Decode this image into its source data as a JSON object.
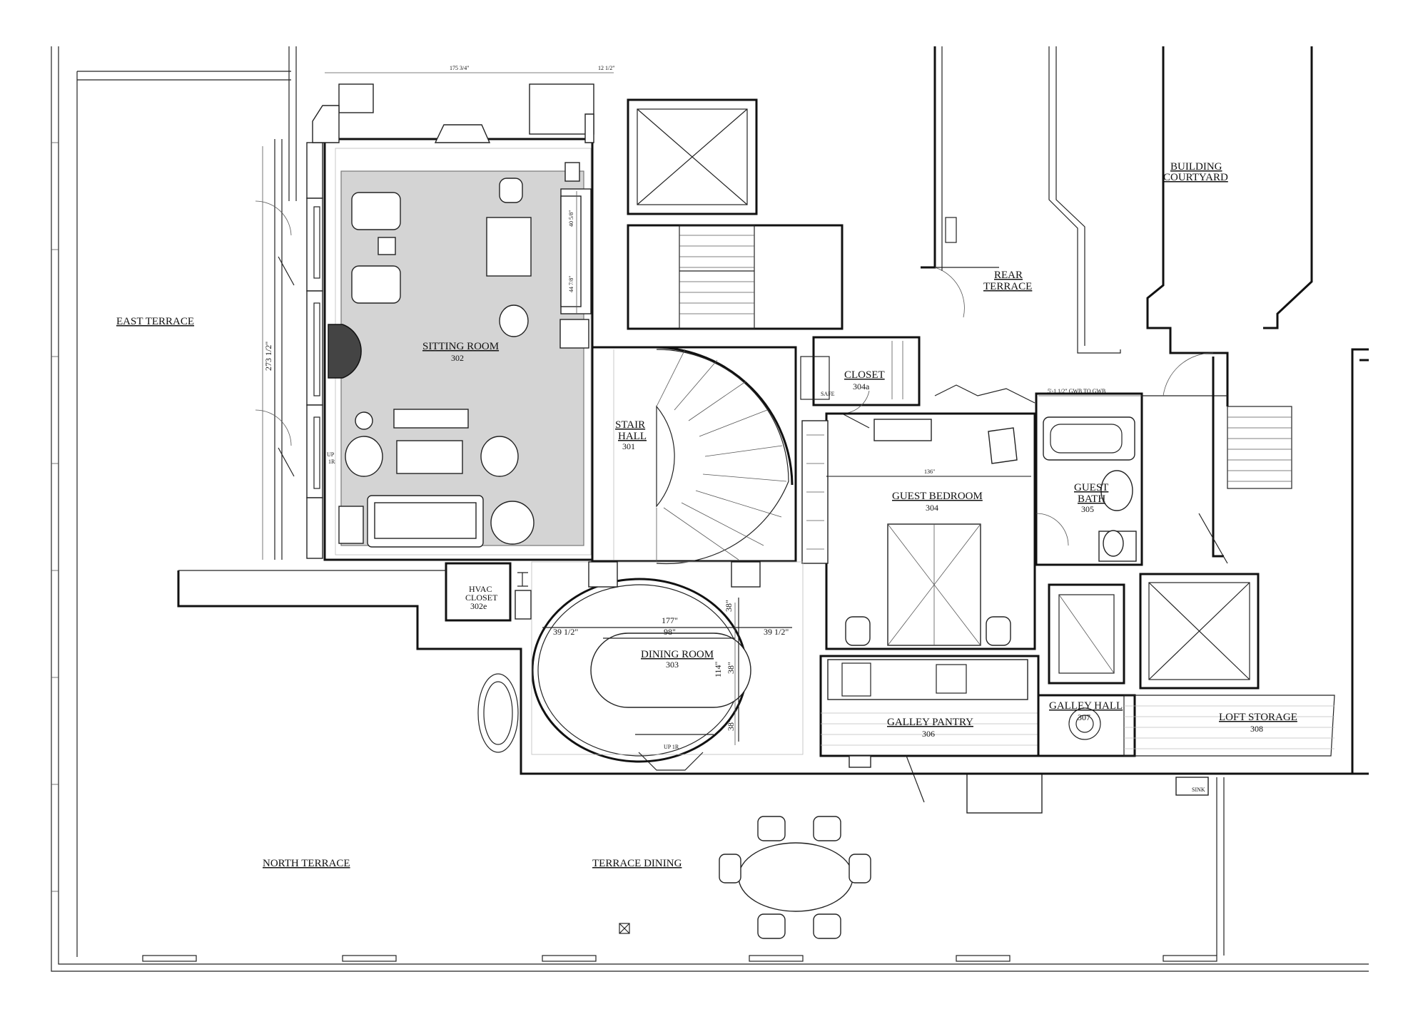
{
  "rooms": {
    "east_terrace": "EAST TERRACE",
    "sitting_room": "SITTING ROOM",
    "sitting_room_no": "302",
    "stair_hall_1": "STAIR",
    "stair_hall_2": "HALL",
    "stair_hall_no": "301",
    "closet": "CLOSET",
    "closet_no": "304a",
    "guest_bedroom": "GUEST BEDROOM",
    "guest_bedroom_no": "304",
    "guest_bath_1": "GUEST",
    "guest_bath_2": "BATH",
    "guest_bath_no": "305",
    "building_courtyard_1": "BUILDING",
    "building_courtyard_2": "COURTYARD",
    "rear_terrace_1": "REAR",
    "rear_terrace_2": "TERRACE",
    "hvac_closet_1": "HVAC",
    "hvac_closet_2": "CLOSET",
    "hvac_closet_no": "302e",
    "dining_room": "DINING ROOM",
    "dining_room_no": "303",
    "galley_pantry": "GALLEY PANTRY",
    "galley_pantry_no": "306",
    "galley_hall": "GALLEY HALL",
    "galley_hall_no": "307",
    "loft_storage": "LOFT STORAGE",
    "loft_storage_no": "308",
    "north_terrace": "NORTH TERRACE",
    "terrace_dining": "TERRACE DINING"
  },
  "notes": {
    "safe": "SAFE",
    "sink": "SINK",
    "up_1r": "UP 1R",
    "up": "UP",
    "one_r": "1R"
  },
  "dimensions": {
    "top_width": "175 3/4\"",
    "top_right": "12 1/2\"",
    "sitting_height": "273 1/2\"",
    "sofa_upper": "40 5/8\"",
    "sofa_lower": "44 7/8\"",
    "bedroom_width": "136\"",
    "bath_width": "5'-1 1/2\" GWB TO GWB",
    "dining_177": "177\"",
    "dining_98": "98\"",
    "dining_left": "39 1/2\"",
    "dining_right": "39 1/2\"",
    "dining_38_top": "38\"",
    "dining_114": "114\"",
    "dining_38_mid": "38\"",
    "dining_38_bot": "38\""
  }
}
